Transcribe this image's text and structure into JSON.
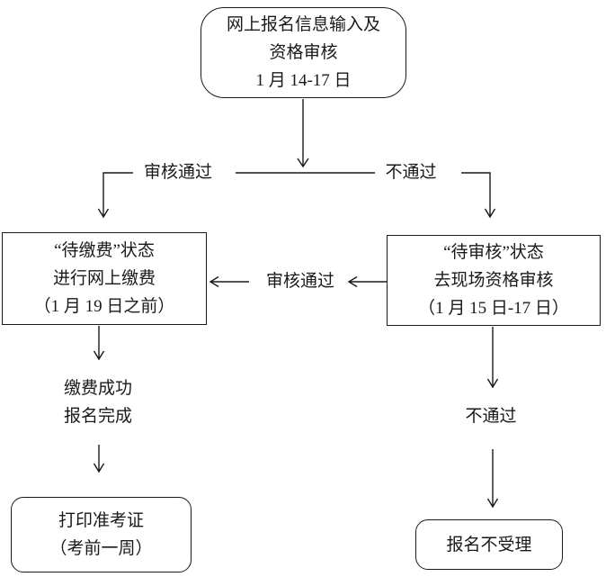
{
  "flowchart": {
    "colors": {
      "line": "#1a1a1a",
      "background": "#ffffff"
    },
    "nodes": {
      "start": {
        "lines": [
          "网上报名信息输入及",
          "资格审核",
          "1 月 14-17 日"
        ]
      },
      "pay": {
        "lines": [
          "“待缴费”状态",
          "进行网上缴费",
          "（1 月 19 日之前）"
        ]
      },
      "review": {
        "lines": [
          "“待审核”状态",
          "去现场资格审核",
          "（1 月 15 日-17 日）"
        ]
      },
      "print": {
        "lines": [
          "打印准考证",
          "（考前一周）"
        ]
      },
      "reject": {
        "lines": [
          "报名不受理"
        ]
      }
    },
    "edge_labels": {
      "pass_left": "审核通过",
      "fail_right": "不通过",
      "pass_mid": "审核通过",
      "pay_done_line1": "缴费成功",
      "pay_done_line2": "报名完成",
      "fail_down": "不通过"
    }
  }
}
